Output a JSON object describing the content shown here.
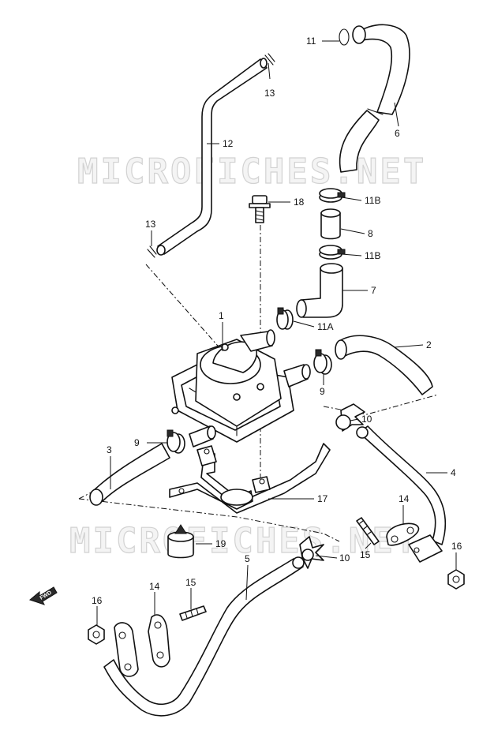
{
  "watermark": {
    "text": "MICROFICHES.NET"
  },
  "fwd_arrow": {
    "text": "FWD"
  },
  "callouts": {
    "p1": "1",
    "p2": "2",
    "p3": "3",
    "p4": "4",
    "p5": "5",
    "p6": "6",
    "p7": "7",
    "p8": "8",
    "p9a": "9",
    "p9b": "9",
    "p10a": "10",
    "p10b": "10",
    "p11": "11",
    "p11a": "11A",
    "p11b_top": "11B",
    "p11b_bot": "11B",
    "p12": "12",
    "p13_top": "13",
    "p13_left": "13",
    "p14_right": "14",
    "p14_left": "14",
    "p15_right": "15",
    "p15_left": "15",
    "p16_right": "16",
    "p16_left": "16",
    "p17": "17",
    "p18": "18",
    "p19": "19"
  }
}
